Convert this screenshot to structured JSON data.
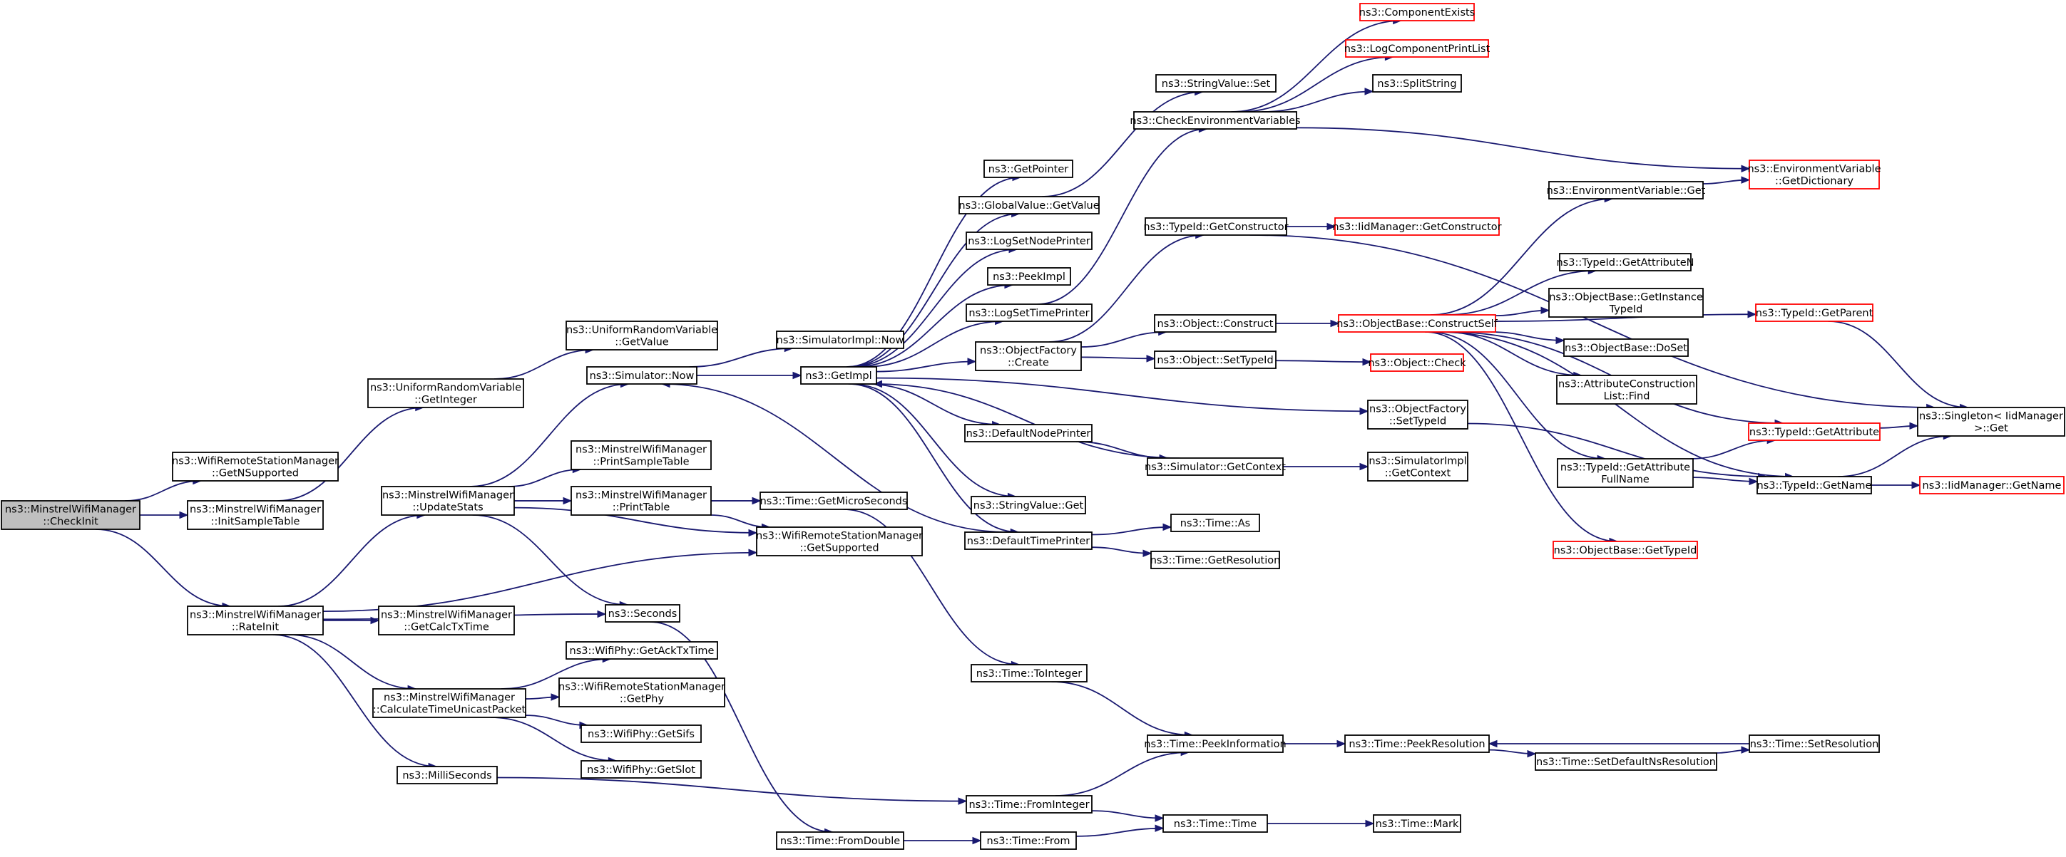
{
  "colors": {
    "edge": "#191970",
    "root_fill": "#bfbfbf",
    "truncated_border": "#ff0000",
    "node_border": "#000000"
  },
  "nodes": [
    {
      "id": "checkinit",
      "lines": [
        "ns3::MinstrelWifiManager",
        "::CheckInit"
      ],
      "style": "root"
    },
    {
      "id": "getnsupported",
      "lines": [
        "ns3::WifiRemoteStationManager",
        "::GetNSupported"
      ]
    },
    {
      "id": "initsampletable",
      "lines": [
        "ns3::MinstrelWifiManager",
        "::InitSampleTable"
      ]
    },
    {
      "id": "rateinit",
      "lines": [
        "ns3::MinstrelWifiManager",
        "::RateInit"
      ]
    },
    {
      "id": "urv_getinteger",
      "lines": [
        "ns3::UniformRandomVariable",
        "::GetInteger"
      ]
    },
    {
      "id": "urv_getvalue",
      "lines": [
        "ns3::UniformRandomVariable",
        "::GetValue"
      ]
    },
    {
      "id": "updatestats",
      "lines": [
        "ns3::MinstrelWifiManager",
        "::UpdateStats"
      ]
    },
    {
      "id": "sim_now",
      "lines": [
        "ns3::Simulator::Now"
      ]
    },
    {
      "id": "simimpl_now",
      "lines": [
        "ns3::SimulatorImpl::Now"
      ]
    },
    {
      "id": "printsampletable",
      "lines": [
        "ns3::MinstrelWifiManager",
        "::PrintSampleTable"
      ]
    },
    {
      "id": "printtable",
      "lines": [
        "ns3::MinstrelWifiManager",
        "::PrintTable"
      ]
    },
    {
      "id": "getmicroseconds",
      "lines": [
        "ns3::Time::GetMicroSeconds"
      ]
    },
    {
      "id": "getsupported",
      "lines": [
        "ns3::WifiRemoteStationManager",
        "::GetSupported"
      ]
    },
    {
      "id": "getcalctxtime",
      "lines": [
        "ns3::MinstrelWifiManager",
        "::GetCalcTxTime"
      ]
    },
    {
      "id": "seconds",
      "lines": [
        "ns3::Seconds"
      ]
    },
    {
      "id": "getacktxtime",
      "lines": [
        "ns3::WifiPhy::GetAckTxTime"
      ]
    },
    {
      "id": "calctimeunicast",
      "lines": [
        "ns3::MinstrelWifiManager",
        "::CalculateTimeUnicastPacket"
      ]
    },
    {
      "id": "wrsm_getphy",
      "lines": [
        "ns3::WifiRemoteStationManager",
        "::GetPhy"
      ]
    },
    {
      "id": "getsifs",
      "lines": [
        "ns3::WifiPhy::GetSifs"
      ]
    },
    {
      "id": "getslot",
      "lines": [
        "ns3::WifiPhy::GetSlot"
      ]
    },
    {
      "id": "milliseconds",
      "lines": [
        "ns3::MilliSeconds"
      ]
    },
    {
      "id": "getimpl",
      "lines": [
        "ns3::GetImpl"
      ]
    },
    {
      "id": "fromdouble",
      "lines": [
        "ns3::Time::FromDouble"
      ]
    },
    {
      "id": "getpointer",
      "lines": [
        "ns3::GetPointer"
      ]
    },
    {
      "id": "gv_getvalue",
      "lines": [
        "ns3::GlobalValue::GetValue"
      ]
    },
    {
      "id": "logsetnodeprinter",
      "lines": [
        "ns3::LogSetNodePrinter"
      ]
    },
    {
      "id": "peekimpl",
      "lines": [
        "ns3::PeekImpl"
      ]
    },
    {
      "id": "logsettimeprinter",
      "lines": [
        "ns3::LogSetTimePrinter"
      ]
    },
    {
      "id": "objfactory_create",
      "lines": [
        "ns3::ObjectFactory",
        "::Create"
      ]
    },
    {
      "id": "defaultnodeprinter",
      "lines": [
        "ns3::DefaultNodePrinter"
      ]
    },
    {
      "id": "stringvalue_get",
      "lines": [
        "ns3::StringValue::Get"
      ]
    },
    {
      "id": "defaulttimeprinter",
      "lines": [
        "ns3::DefaultTimePrinter"
      ]
    },
    {
      "id": "time_tointeger",
      "lines": [
        "ns3::Time::ToInteger"
      ]
    },
    {
      "id": "time_frominteger",
      "lines": [
        "ns3::Time::FromInteger"
      ]
    },
    {
      "id": "time_from",
      "lines": [
        "ns3::Time::From"
      ]
    },
    {
      "id": "stringvalue_set",
      "lines": [
        "ns3::StringValue::Set"
      ]
    },
    {
      "id": "checkenv",
      "lines": [
        "ns3::CheckEnvironmentVariables"
      ]
    },
    {
      "id": "typeid_getconstructor",
      "lines": [
        "ns3::TypeId::GetConstructor"
      ]
    },
    {
      "id": "object_construct",
      "lines": [
        "ns3::Object::Construct"
      ]
    },
    {
      "id": "object_settypeid",
      "lines": [
        "ns3::Object::SetTypeId"
      ]
    },
    {
      "id": "objfactory_settypeid",
      "lines": [
        "ns3::ObjectFactory",
        "::SetTypeId"
      ]
    },
    {
      "id": "sim_getcontext",
      "lines": [
        "ns3::Simulator::GetContext"
      ]
    },
    {
      "id": "time_as",
      "lines": [
        "ns3::Time::As"
      ]
    },
    {
      "id": "time_getresolution",
      "lines": [
        "ns3::Time::GetResolution"
      ]
    },
    {
      "id": "time_peekinformation",
      "lines": [
        "ns3::Time::PeekInformation"
      ]
    },
    {
      "id": "time_time",
      "lines": [
        "ns3::Time::Time"
      ]
    },
    {
      "id": "componentexists",
      "lines": [
        "ns3::ComponentExists"
      ],
      "style": "red"
    },
    {
      "id": "logcomponentprintlist",
      "lines": [
        "ns3::LogComponentPrintList"
      ],
      "style": "red"
    },
    {
      "id": "splitstring",
      "lines": [
        "ns3::SplitString"
      ]
    },
    {
      "id": "iidmanager_getconstructor",
      "lines": [
        "ns3::IidManager::GetConstructor"
      ],
      "style": "red"
    },
    {
      "id": "objectbase_constructself",
      "lines": [
        "ns3::ObjectBase::ConstructSelf"
      ],
      "style": "red"
    },
    {
      "id": "object_check",
      "lines": [
        "ns3::Object::Check"
      ],
      "style": "red"
    },
    {
      "id": "simimpl_getcontext",
      "lines": [
        "ns3::SimulatorImpl",
        "::GetContext"
      ]
    },
    {
      "id": "time_peekresolution",
      "lines": [
        "ns3::Time::PeekResolution"
      ]
    },
    {
      "id": "time_mark",
      "lines": [
        "ns3::Time::Mark"
      ]
    },
    {
      "id": "envvar_get",
      "lines": [
        "ns3::EnvironmentVariable::Get"
      ]
    },
    {
      "id": "typeid_getattributen",
      "lines": [
        "ns3::TypeId::GetAttributeN"
      ]
    },
    {
      "id": "objectbase_getinstancetypeid",
      "lines": [
        "ns3::ObjectBase::GetInstance",
        "TypeId"
      ]
    },
    {
      "id": "objectbase_doset",
      "lines": [
        "ns3::ObjectBase::DoSet"
      ]
    },
    {
      "id": "attrconstructionlist_find",
      "lines": [
        "ns3::AttributeConstruction",
        "List::Find"
      ]
    },
    {
      "id": "typeid_getattributefullname",
      "lines": [
        "ns3::TypeId::GetAttribute",
        "FullName"
      ]
    },
    {
      "id": "objectbase_gettypeid",
      "lines": [
        "ns3::ObjectBase::GetTypeId"
      ],
      "style": "red"
    },
    {
      "id": "time_setdefaultnsresolution",
      "lines": [
        "ns3::Time::SetDefaultNsResolution"
      ]
    },
    {
      "id": "time_setresolution",
      "lines": [
        "ns3::Time::SetResolution"
      ]
    },
    {
      "id": "envvar_getdictionary",
      "lines": [
        "ns3::EnvironmentVariable",
        "::GetDictionary"
      ],
      "style": "red"
    },
    {
      "id": "typeid_getparent",
      "lines": [
        "ns3::TypeId::GetParent"
      ],
      "style": "red"
    },
    {
      "id": "typeid_getattribute",
      "lines": [
        "ns3::TypeId::GetAttribute"
      ],
      "style": "red"
    },
    {
      "id": "typeid_getname",
      "lines": [
        "ns3::TypeId::GetName"
      ]
    },
    {
      "id": "singleton_get",
      "lines": [
        "ns3::Singleton< IidManager",
        ">::Get"
      ]
    },
    {
      "id": "iidmanager_getname",
      "lines": [
        "ns3::IidManager::GetName"
      ],
      "style": "red"
    }
  ]
}
